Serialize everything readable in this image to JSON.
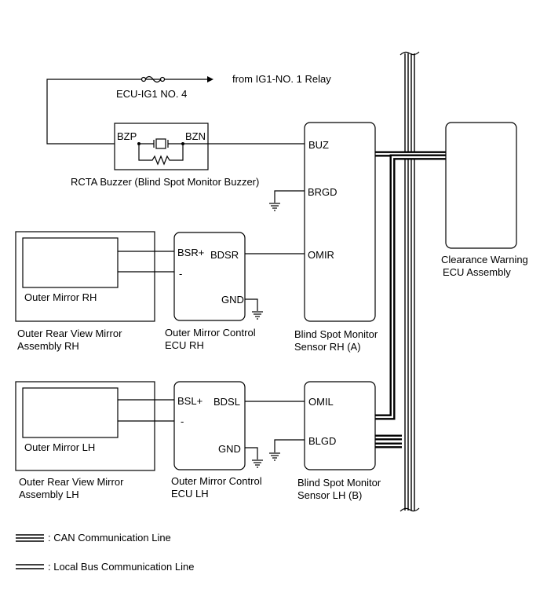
{
  "power": {
    "source_label": "from IG1-NO. 1 Relay",
    "fuse_label": "ECU-IG1 NO. 4"
  },
  "buzzer": {
    "title": "RCTA Buzzer (Blind Spot Monitor Buzzer)",
    "pin_plus": "BZP",
    "pin_minus": "BZN"
  },
  "sensor_rh": {
    "title_line1": "Blind Spot Monitor",
    "title_line2": "Sensor RH (A)",
    "pin_buz": "BUZ",
    "pin_gnd": "BRGD",
    "pin_mirror": "OMIR"
  },
  "sensor_lh": {
    "title_line1": "Blind Spot Monitor",
    "title_line2": "Sensor LH (B)",
    "pin_mirror": "OMIL",
    "pin_gnd": "BLGD"
  },
  "clearance_ecu": {
    "title_line1": "Clearance Warning",
    "title_line2": "ECU Assembly"
  },
  "mirror_ecu_rh": {
    "title_line1": "Outer Mirror Control",
    "title_line2": "ECU RH",
    "pin_plus": "BSR+",
    "pin_minus": "-",
    "pin_out": "BDSR",
    "pin_gnd": "GND"
  },
  "mirror_ecu_lh": {
    "title_line1": "Outer Mirror Control",
    "title_line2": "ECU LH",
    "pin_plus": "BSL+",
    "pin_minus": "-",
    "pin_out": "BDSL",
    "pin_gnd": "GND"
  },
  "mirror_rh": {
    "inner_label": "Outer Mirror RH",
    "title_line1": "Outer Rear View Mirror",
    "title_line2": "Assembly RH"
  },
  "mirror_lh": {
    "inner_label": "Outer Mirror LH",
    "title_line1": "Outer Rear View Mirror",
    "title_line2": "Assembly LH"
  },
  "legend": {
    "can": ": CAN Communication Line",
    "local": ": Local Bus Communication Line"
  }
}
